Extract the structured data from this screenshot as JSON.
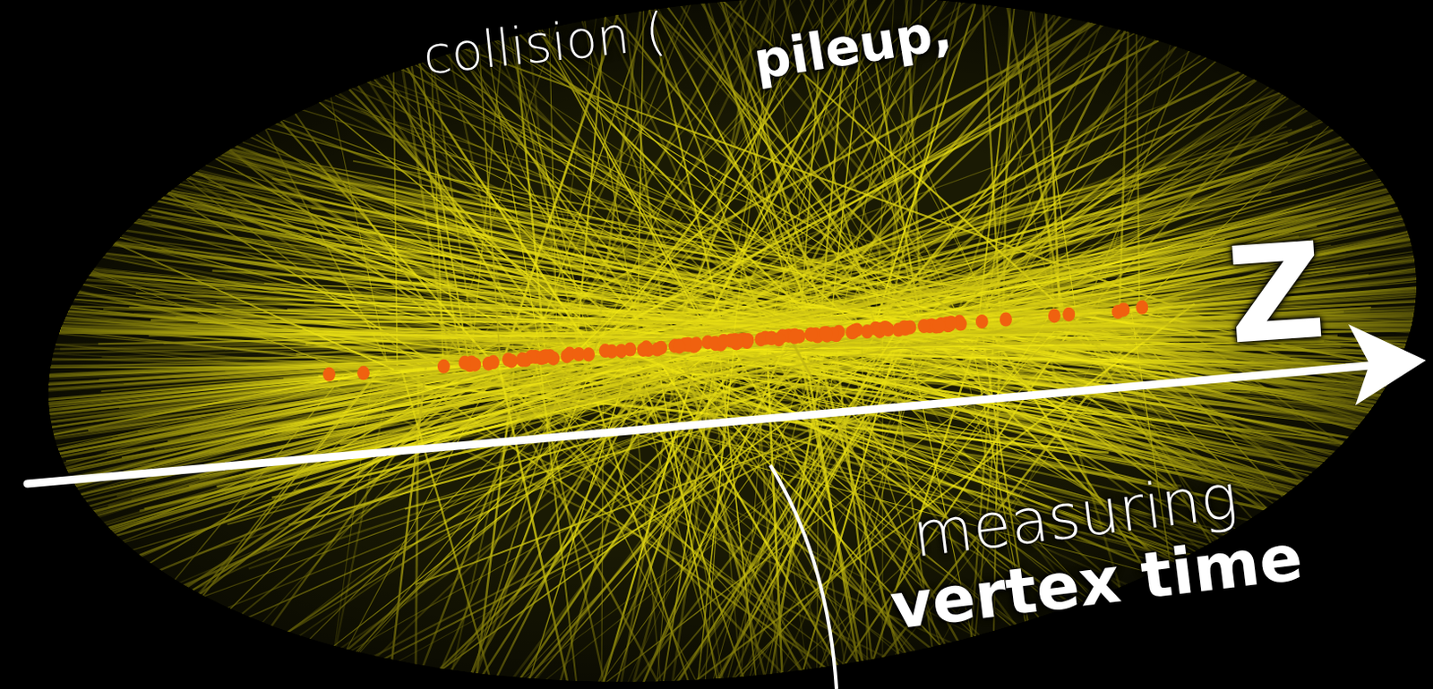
{
  "diagram": {
    "labels": [
      "collision (",
      "pileup,",
      "Z",
      "measuring",
      "vertex time"
    ]
  }
}
